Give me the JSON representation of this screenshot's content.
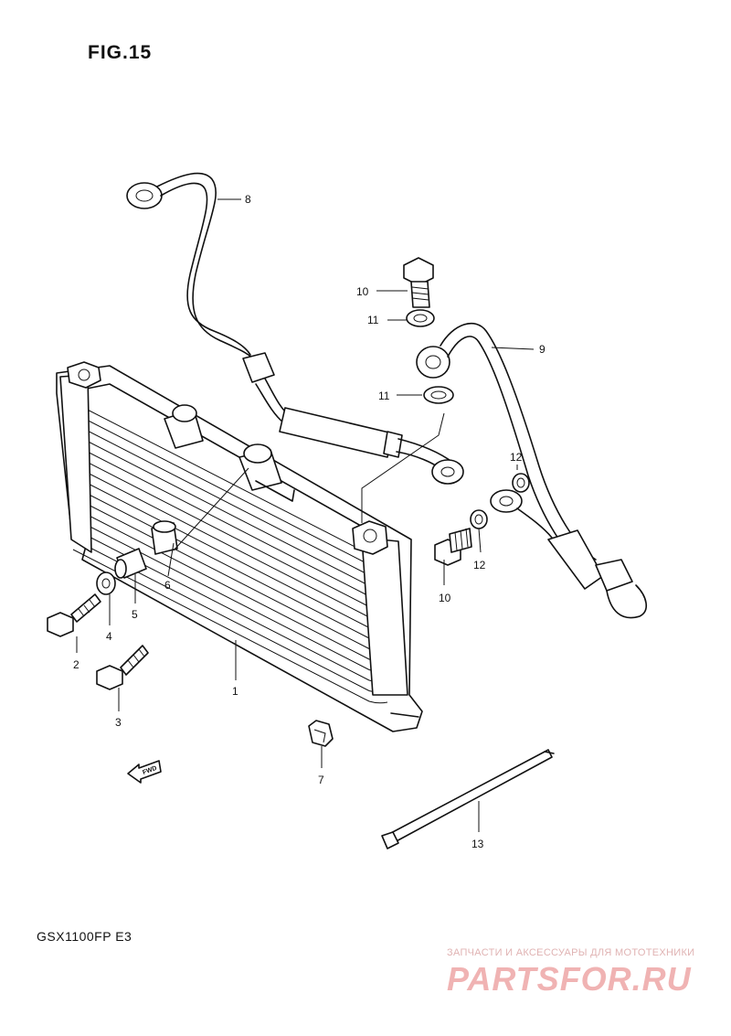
{
  "figure": {
    "title": "FIG.15",
    "model_code": "GSX1100FP  E3"
  },
  "fwd_label": "FWD",
  "watermark": {
    "tagline": "ЗАПЧАСТИ И АКСЕССУАРЫ ДЛЯ МОТОТЕХНИКИ",
    "logo": "PARTSFOR.RU"
  },
  "callouts": {
    "c1": "1",
    "c2": "2",
    "c3": "3",
    "c4": "4",
    "c5": "5",
    "c6": "6",
    "c7": "7",
    "c8": "8",
    "c9": "9",
    "c10a": "10",
    "c10b": "10",
    "c11a": "11",
    "c11b": "11",
    "c12a": "12",
    "c12b": "12",
    "c13": "13"
  },
  "colors": {
    "line": "#111111",
    "watermark": "#f0b3b3"
  }
}
